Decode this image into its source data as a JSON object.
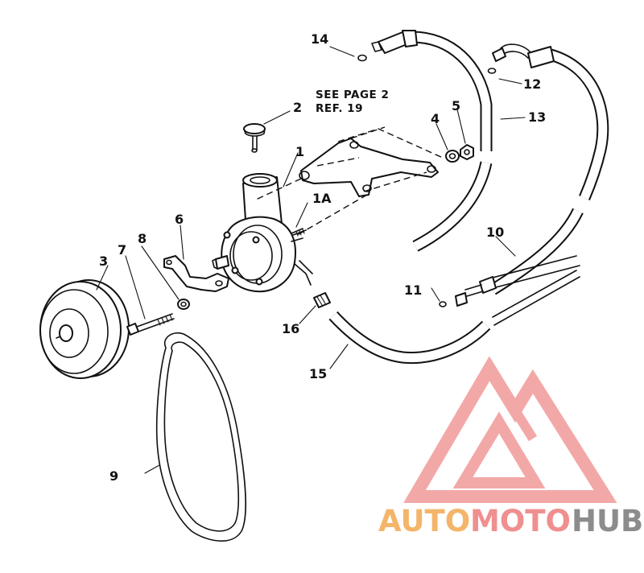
{
  "diagram": {
    "note_line1": "SEE PAGE 2",
    "note_line2": "REF. 19",
    "callouts": {
      "c1": "1",
      "c1a": "1A",
      "c2": "2",
      "c3": "3",
      "c4": "4",
      "c5": "5",
      "c6": "6",
      "c7": "7",
      "c8": "8",
      "c9": "9",
      "c10": "10",
      "c11": "11",
      "c12": "12",
      "c13": "13",
      "c14": "14",
      "c15": "15",
      "c16": "16"
    }
  },
  "watermark": {
    "part1": "AUTO",
    "part2": "MOTO",
    "part3": "HUB",
    "colors": {
      "auto": "#f4b56a",
      "moto": "#f08f8f",
      "hub": "#8c8c8c",
      "logo": "#f29a9a"
    }
  }
}
